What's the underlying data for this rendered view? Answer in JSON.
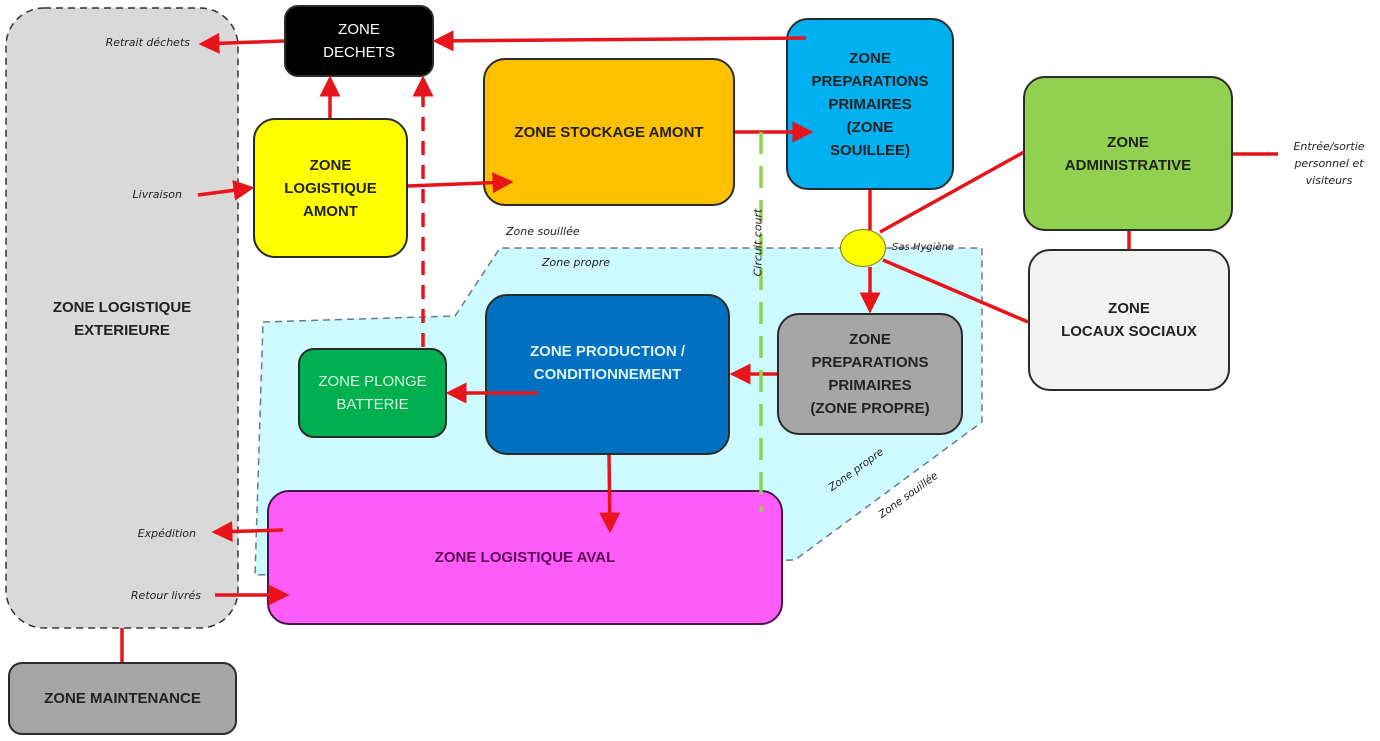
{
  "diagram": {
    "zones": {
      "logistique_exterieure": "ZONE LOGISTIQUE\nEXTERIEURE",
      "dechets": "ZONE\nDECHETS",
      "logistique_amont": "ZONE\nLOGISTIQUE\nAMONT",
      "stockage_amont": "ZONE STOCKAGE AMONT",
      "preparations_souillee": "ZONE\nPREPARATIONS\nPRIMAIRES\n(ZONE\nSOUILLEE)",
      "administrative": "ZONE\nADMINISTRATIVE",
      "locaux_sociaux": "ZONE\nLOCAUX SOCIAUX",
      "preparations_propre": "ZONE\nPREPARATIONS\nPRIMAIRES\n(ZONE PROPRE)",
      "production": "ZONE PRODUCTION /\nCONDITIONNEMENT",
      "plonge": "ZONE PLONGE\nBATTERIE",
      "logistique_aval": "ZONE LOGISTIQUE AVAL",
      "maintenance": "ZONE MAINTENANCE"
    },
    "labels": {
      "retrait_dechets": "Retrait déchets",
      "livraison": "Livraison",
      "expedition": "Expédition",
      "retour_livres": "Retour livrés",
      "entree_sortie": "Entrée/sortie\npersonnel et\nvisiteurs",
      "zone_souillee_top": "Zone souillée",
      "zone_propre_top": "Zone propre",
      "circuit_court": "Circuit court",
      "sas_hygiene": "Sas Hygiène",
      "zone_propre_diag": "Zone propre",
      "zone_souillee_diag": "Zone souillée"
    },
    "colors": {
      "flow_arrow": "#e8141b",
      "circuit_court": "#92d050",
      "clean_area": "#ccfaff",
      "logistique_exterieure": "#d9d9d9",
      "dechets": "#000000",
      "logistique_amont": "#ffff00",
      "stockage_amont": "#ffc000",
      "preparations_souillee": "#00b0f0",
      "administrative": "#92d050",
      "locaux_sociaux": "#f2f2f2",
      "preparations_propre": "#a6a6a6",
      "production": "#0070c0",
      "plonge": "#00b050",
      "logistique_aval": "#ff5cf8",
      "maintenance": "#a6a6a6",
      "sas": "#ffff00"
    }
  }
}
